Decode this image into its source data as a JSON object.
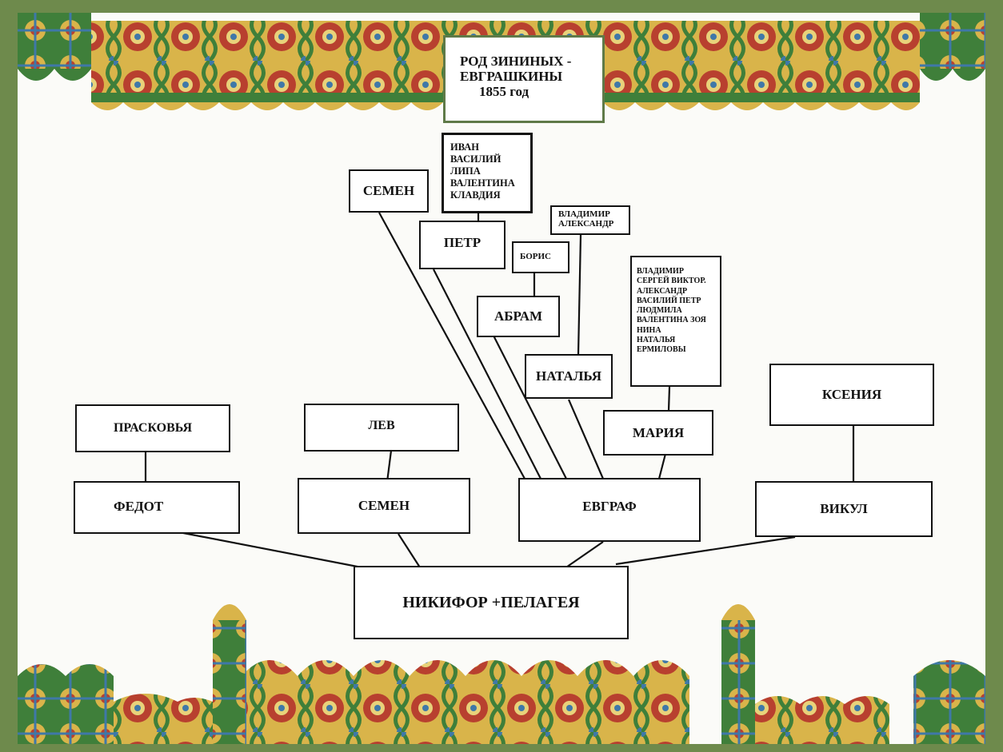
{
  "title": {
    "line1": "РОД ЗИНИНЫХ -",
    "line2": "ЕВГРАШКИНЫ",
    "year": "1855 год"
  },
  "root": "НИКИФОР +ПЕЛАГЕЯ",
  "children": {
    "fedot": "ФЕДОТ",
    "semen": "СЕМЕН",
    "evgraf": "ЕВГРАФ",
    "vikul": "ВИКУЛ"
  },
  "spouses": {
    "praskovya": "ПРАСКОВЬЯ",
    "lev": "ЛЕВ",
    "kseniya": "КСЕНИЯ"
  },
  "evgraf_children": {
    "semen": "СЕМЕН",
    "petr": "ПЕТР",
    "abram": "АБРАМ",
    "natalya": "НАТАЛЬЯ",
    "mariya": "МАРИЯ"
  },
  "grandchildren": {
    "petr_children": "ИВАН\nВАСИЛИЙ\nЛИПА\nВАЛЕНТИНА\nКЛАВДИЯ",
    "abram_children": "БОРИС",
    "natalya_children": "ВЛАДИМИР\nАЛЕКСАНДР",
    "mariya_children": "ВЛАДИМИР\nСЕРГЕЙ ВИКТОР.\nАЛЕКСАНДР\nВАСИЛИЙ ПЕТР\nЛЮДМИЛА\nВАЛЕНТИНА ЗОЯ\nНИНА\nНАТАЛЬЯ\nЕРМИЛОВЫ"
  },
  "colors": {
    "frame": "#6e8a4c",
    "ornament_gold": "#d9b44a",
    "ornament_red": "#b8402f",
    "ornament_blue": "#3f78a8",
    "ornament_green": "#3f7f3a"
  }
}
